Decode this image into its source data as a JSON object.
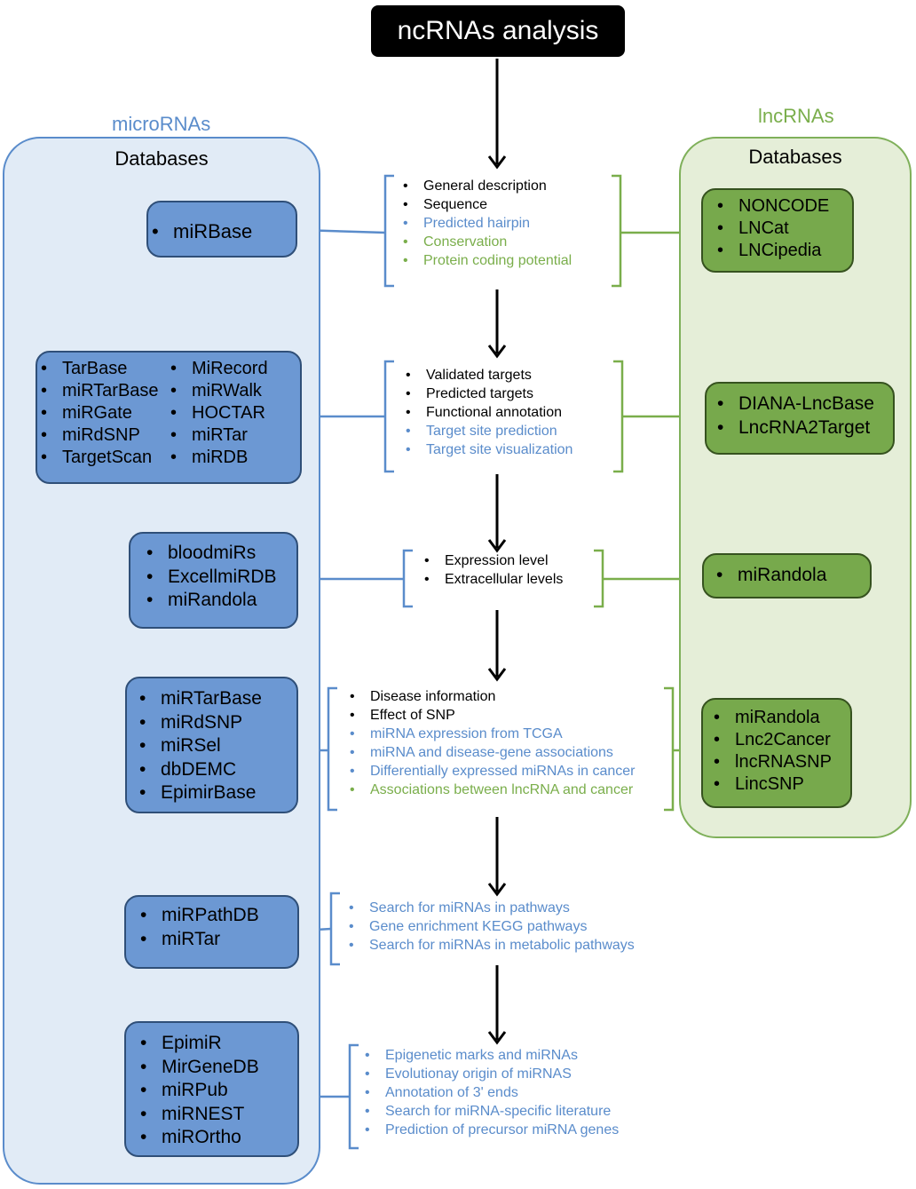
{
  "title": "ncRNAs analysis",
  "micro": {
    "label": "microRNAs",
    "heading": "Databases"
  },
  "lnc": {
    "label": "lncRNAs",
    "heading": "Databases"
  },
  "colors": {
    "blue": "#5a8ccb",
    "green": "#7aae4b",
    "blue_fill": "#6c98d3",
    "green_fill": "#77a94c",
    "black": "#000000"
  },
  "stages": [
    {
      "features": [
        {
          "text": "General description",
          "color": "black"
        },
        {
          "text": "Sequence",
          "color": "black"
        },
        {
          "text": "Predicted hairpin",
          "color": "blue"
        },
        {
          "text": "Conservation",
          "color": "green"
        },
        {
          "text": "Protein coding potential",
          "color": "green"
        }
      ],
      "mirna_dbs": [
        "miRBase"
      ],
      "lncrna_dbs": [
        "NONCODE",
        "LNCat",
        "LNCipedia"
      ]
    },
    {
      "features": [
        {
          "text": "Validated targets",
          "color": "black"
        },
        {
          "text": "Predicted targets",
          "color": "black"
        },
        {
          "text": "Functional annotation",
          "color": "black"
        },
        {
          "text": "Target site prediction",
          "color": "blue"
        },
        {
          "text": "Target site visualization",
          "color": "blue"
        }
      ],
      "mirna_dbs": [
        "TarBase",
        "miRTarBase",
        "miRGate",
        "miRdSNP",
        "TargetScan",
        "MiRecord",
        "miRWalk",
        "HOCTAR",
        "miRTar",
        "miRDB"
      ],
      "lncrna_dbs": [
        "DIANA-LncBase",
        "LncRNA2Target"
      ]
    },
    {
      "features": [
        {
          "text": "Expression level",
          "color": "black"
        },
        {
          "text": "Extracellular levels",
          "color": "black"
        }
      ],
      "mirna_dbs": [
        "bloodmiRs",
        "ExcellmiRDB",
        "miRandola"
      ],
      "lncrna_dbs": [
        "miRandola"
      ]
    },
    {
      "features": [
        {
          "text": "Disease information",
          "color": "black"
        },
        {
          "text": "Effect of SNP",
          "color": "black"
        },
        {
          "text": "miRNA expression from TCGA",
          "color": "blue"
        },
        {
          "text": "miRNA and disease-gene associations",
          "color": "blue"
        },
        {
          "text": "Differentially expressed miRNAs in cancer",
          "color": "blue"
        },
        {
          "text": "Associations between lncRNA and cancer",
          "color": "green"
        }
      ],
      "mirna_dbs": [
        "miRTarBase",
        "miRdSNP",
        "miRSel",
        "dbDEMC",
        "EpimirBase"
      ],
      "lncrna_dbs": [
        "miRandola",
        "Lnc2Cancer",
        "lncRNASNP",
        "LincSNP"
      ]
    },
    {
      "features": [
        {
          "text": "Search for miRNAs in pathways",
          "color": "blue"
        },
        {
          "text": "Gene enrichment KEGG pathways",
          "color": "blue"
        },
        {
          "text": "Search for miRNAs in metabolic pathways",
          "color": "blue"
        }
      ],
      "mirna_dbs": [
        "miRPathDB",
        "miRTar"
      ]
    },
    {
      "features": [
        {
          "text": "Epigenetic marks and miRNAs",
          "color": "blue"
        },
        {
          "text": "Evolutionay origin of miRNAS",
          "color": "blue"
        },
        {
          "text": "Annotation of 3' ends",
          "color": "blue"
        },
        {
          "text": "Search for miRNA-specific literature",
          "color": "blue"
        },
        {
          "text": "Prediction of precursor miRNA genes",
          "color": "blue"
        }
      ],
      "mirna_dbs": [
        "EpimiR",
        "MirGeneDB",
        "miRPub",
        "miRNEST",
        "miROrtho"
      ]
    }
  ]
}
